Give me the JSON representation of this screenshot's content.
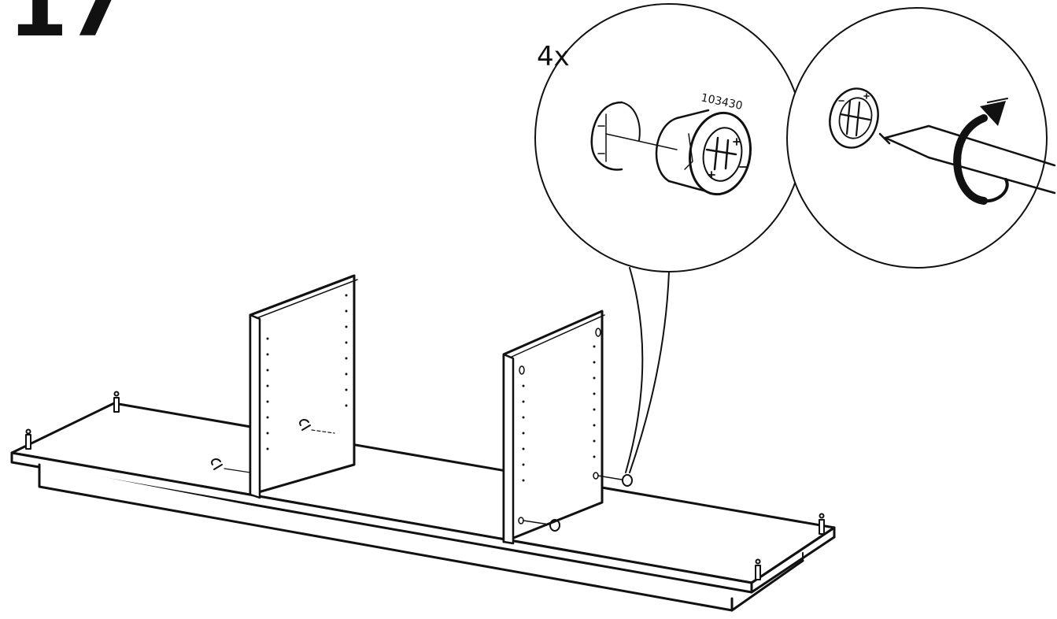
{
  "step": {
    "number": "17"
  },
  "detail": {
    "quantity": "4x",
    "part_number": "103430"
  },
  "colors": {
    "ink": "#111111",
    "background": "#ffffff"
  },
  "icons": [
    "cam-lock-icon",
    "screwdriver-icon",
    "rotate-clockwise-arrow-icon",
    "wooden-dowel-icon"
  ]
}
